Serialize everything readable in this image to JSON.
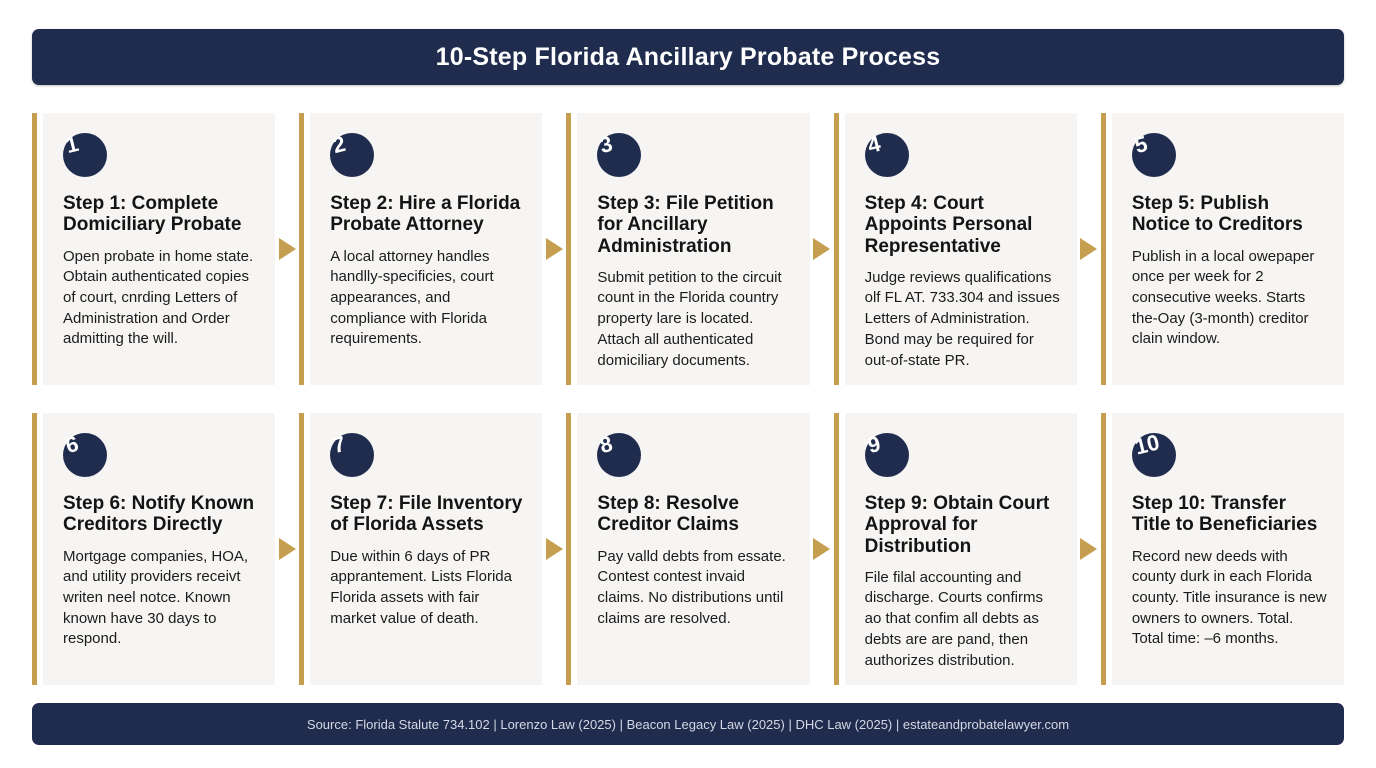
{
  "header": {
    "title": "10-Step Florida Ancillary Probate Process"
  },
  "steps": [
    {
      "number": "1",
      "title": "Step 1: Complete Domiciliary Probate",
      "body": "Open probate in home state. Obtain authenticated copies of court, cnrding Letters of Administration and Order admitting the will."
    },
    {
      "number": "2",
      "title": "Step 2: Hire a Florida Probate Attorney",
      "body": "A local attorney handles handlly-specificies, court appearances, and compliance with Florida requirements."
    },
    {
      "number": "3",
      "title": "Step 3: File Petition for Ancillary Administration",
      "body": "Submit petition to the circuit count in the Florida country property lare is located. Attach all authenticated domiciliary documents."
    },
    {
      "number": "4",
      "title": "Step 4: Court Appoints Personal Representative",
      "body": "Judge reviews qualifications olf FL AT. 733.304 and issues Letters of Administration. Bond may be required for out-of-state PR."
    },
    {
      "number": "5",
      "title": "Step 5: Publish Notice to Creditors",
      "body": "Publish in a local owepaper once per week for 2 consecutive weeks. Starts the-Oay (3-month) creditor clain window."
    },
    {
      "number": "6",
      "title": "Step 6: Notify Known Creditors Directly",
      "body": "Mortgage companies, HOA, and utility providers receivt writen neel notce. Known known have 30 days to respond."
    },
    {
      "number": "7",
      "title": "Step 7: File Inventory of Florida Assets",
      "body": "Due within 6 days of PR apprantement. Lists Florida Florida assets with fair market value of death."
    },
    {
      "number": "8",
      "title": "Step 8: Resolve Creditor Claims",
      "body": "Pay valld debts from essate. Contest contest invaid claims. No distributions until claims are resolved."
    },
    {
      "number": "9",
      "title": "Step 9: Obtain Court Approval for Distribution",
      "body": "File filal accounting and discharge. Courts confirms ao that confim all debts as debts are are pand, then authorizes distribution."
    },
    {
      "number": "10",
      "title": "Step 10: Transfer Title to Beneficiaries",
      "body": "Record new deeds with county durk in each Florida county. Title insurance is new owners to owners. Total. Total time: –6 months."
    }
  ],
  "footer": {
    "source": "Source: Florida Stalute 734.102 | Lorenzo Law (2025) | Beacon Legacy Law (2025) | DHC Law (2025) | estateandprobatelawyer.com"
  },
  "colors": {
    "navy": "#202c4e",
    "gold": "#c69e4f",
    "card_bg": "#f6f5f3"
  }
}
